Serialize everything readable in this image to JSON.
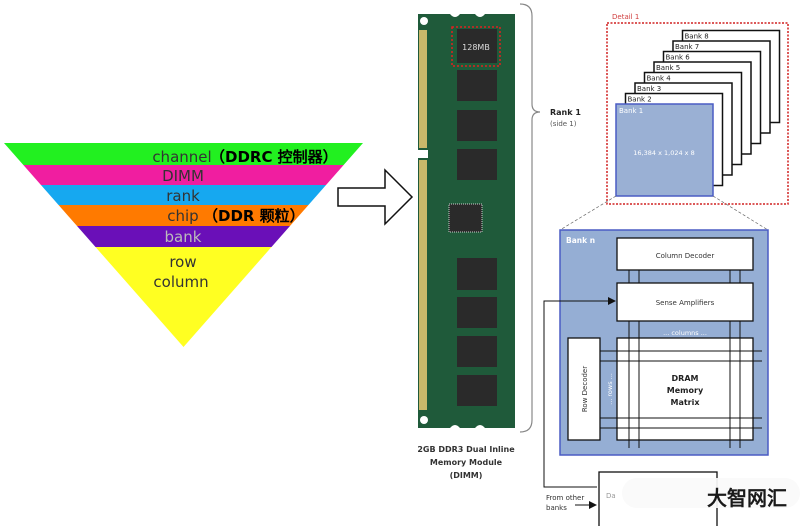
{
  "pyramid": {
    "levels": [
      {
        "label": "channel",
        "note": "（DDRC 控制器）",
        "color": "#22f020"
      },
      {
        "label": "DIMM",
        "note": "",
        "color": "#f01ea0"
      },
      {
        "label": "rank",
        "note": "",
        "color": "#16a8f0"
      },
      {
        "label": "chip",
        "note": "（DDR 颗粒）",
        "color": "#ff7a00"
      },
      {
        "label": "bank",
        "note": "",
        "color": "#6a0fb8"
      },
      {
        "label": "row",
        "note": "",
        "color": "#ffff22"
      }
    ],
    "last_line": "column"
  },
  "dimm": {
    "chip_label": "128MB",
    "rank_label": "Rank 1",
    "rank_sub": "(side 1)",
    "caption": [
      "2GB DDR3 Dual Inline",
      "Memory Module",
      "(DIMM)"
    ]
  },
  "detail": {
    "title": "Detail 1",
    "banks": [
      "Bank 1",
      "Bank 2",
      "Bank 3",
      "Bank 4",
      "Bank 5",
      "Bank 6",
      "Bank 7",
      "Bank 8"
    ],
    "bank1_size": "16,384 x 1,024 x 8"
  },
  "bank_n": {
    "title": "Bank n",
    "column_decoder": "Column Decoder",
    "sense_amplifiers": "Sense Amplifiers",
    "columns": "... columns ...",
    "rows": "... rows ...",
    "row_decoder": "Row Decoder",
    "matrix": [
      "DRAM",
      "Memory",
      "Matrix"
    ],
    "data_box": "Da",
    "from_other": [
      "From other",
      "banks"
    ]
  },
  "watermark": "大智网汇"
}
